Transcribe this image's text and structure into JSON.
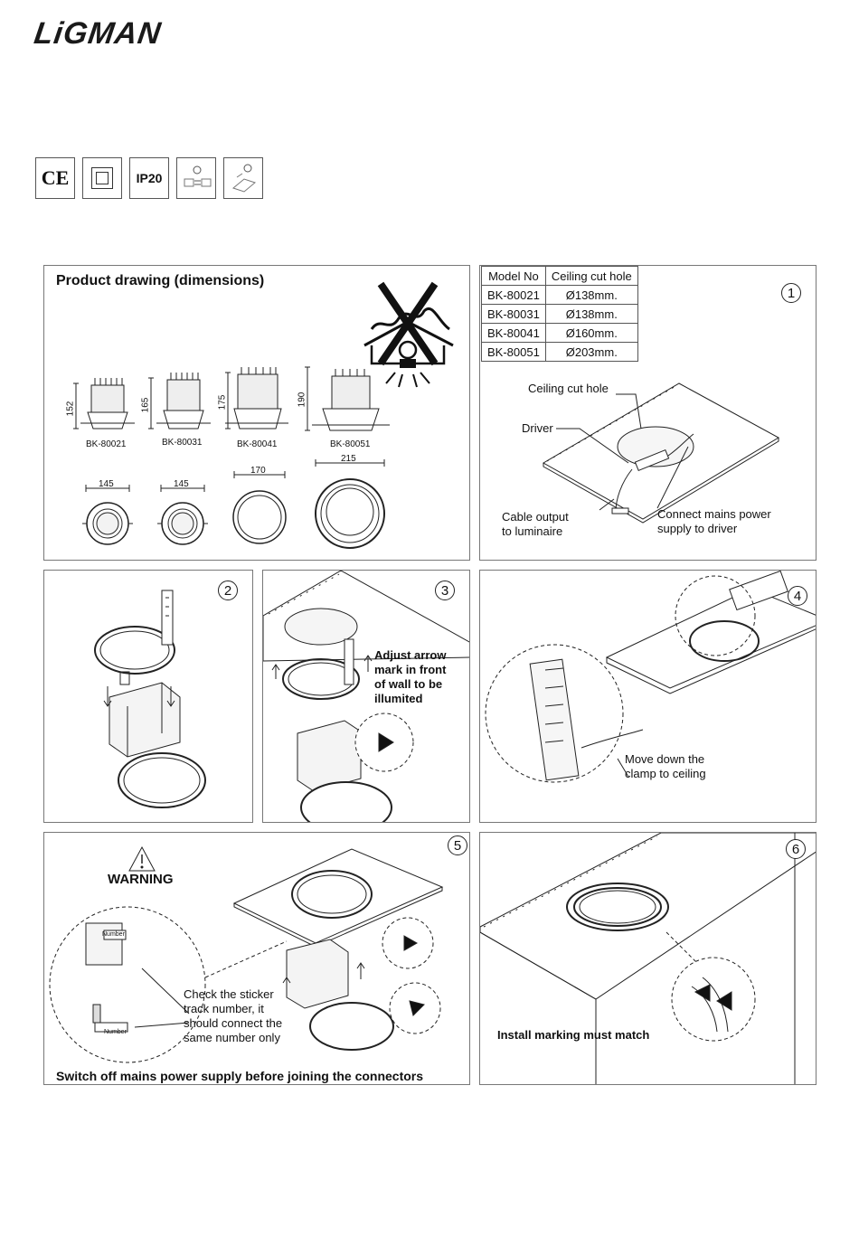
{
  "brand": {
    "logo": "LiGMAN"
  },
  "certifications": [
    {
      "name": "ce-mark",
      "label": "CE"
    },
    {
      "name": "class-ii",
      "label": ""
    },
    {
      "name": "ip-rating",
      "label": "IP20"
    },
    {
      "name": "dimmable-icon",
      "label": ""
    },
    {
      "name": "driver-icon",
      "label": ""
    }
  ],
  "product_drawing": {
    "title": "Product drawing (dimensions)",
    "models": [
      {
        "name": "BK-80021",
        "height": "152",
        "width": "145"
      },
      {
        "name": "BK-80031",
        "height": "165",
        "width": "145"
      },
      {
        "name": "BK-80041",
        "height": "175",
        "width": "170"
      },
      {
        "name": "BK-80051",
        "height": "190",
        "width": "215"
      }
    ]
  },
  "model_table": {
    "headers": [
      "Model No",
      "Ceiling cut hole"
    ],
    "rows": [
      [
        "BK-80021",
        "Ø138mm."
      ],
      [
        "BK-80031",
        "Ø138mm."
      ],
      [
        "BK-80041",
        "Ø160mm."
      ],
      [
        "BK-80051",
        "Ø203mm."
      ]
    ]
  },
  "step1": {
    "number": "1",
    "ceiling_cut_hole": "Ceiling cut hole",
    "driver": "Driver",
    "cable_output_1": "Cable output",
    "cable_output_2": "to luminaire",
    "connect_1": "Connect mains power",
    "connect_2": "supply to driver"
  },
  "step2": {
    "number": "2"
  },
  "step3": {
    "number": "3",
    "adjust_1": "Adjust arrow",
    "adjust_2": "mark in front",
    "adjust_3": "of wall to be",
    "adjust_4": "illumited"
  },
  "step4": {
    "number": "4",
    "move_1": "Move down the",
    "move_2": "clamp to ceiling"
  },
  "step5": {
    "number": "5",
    "warning": "WARNING",
    "sticker_1": "Check the sticker",
    "sticker_2": "track number, it",
    "sticker_3": "should connect the",
    "sticker_4": "same number only",
    "number_tag": "Number",
    "footer": "Switch off mains power supply before joining the connectors"
  },
  "step6": {
    "number": "6",
    "install": "Install marking must match"
  }
}
